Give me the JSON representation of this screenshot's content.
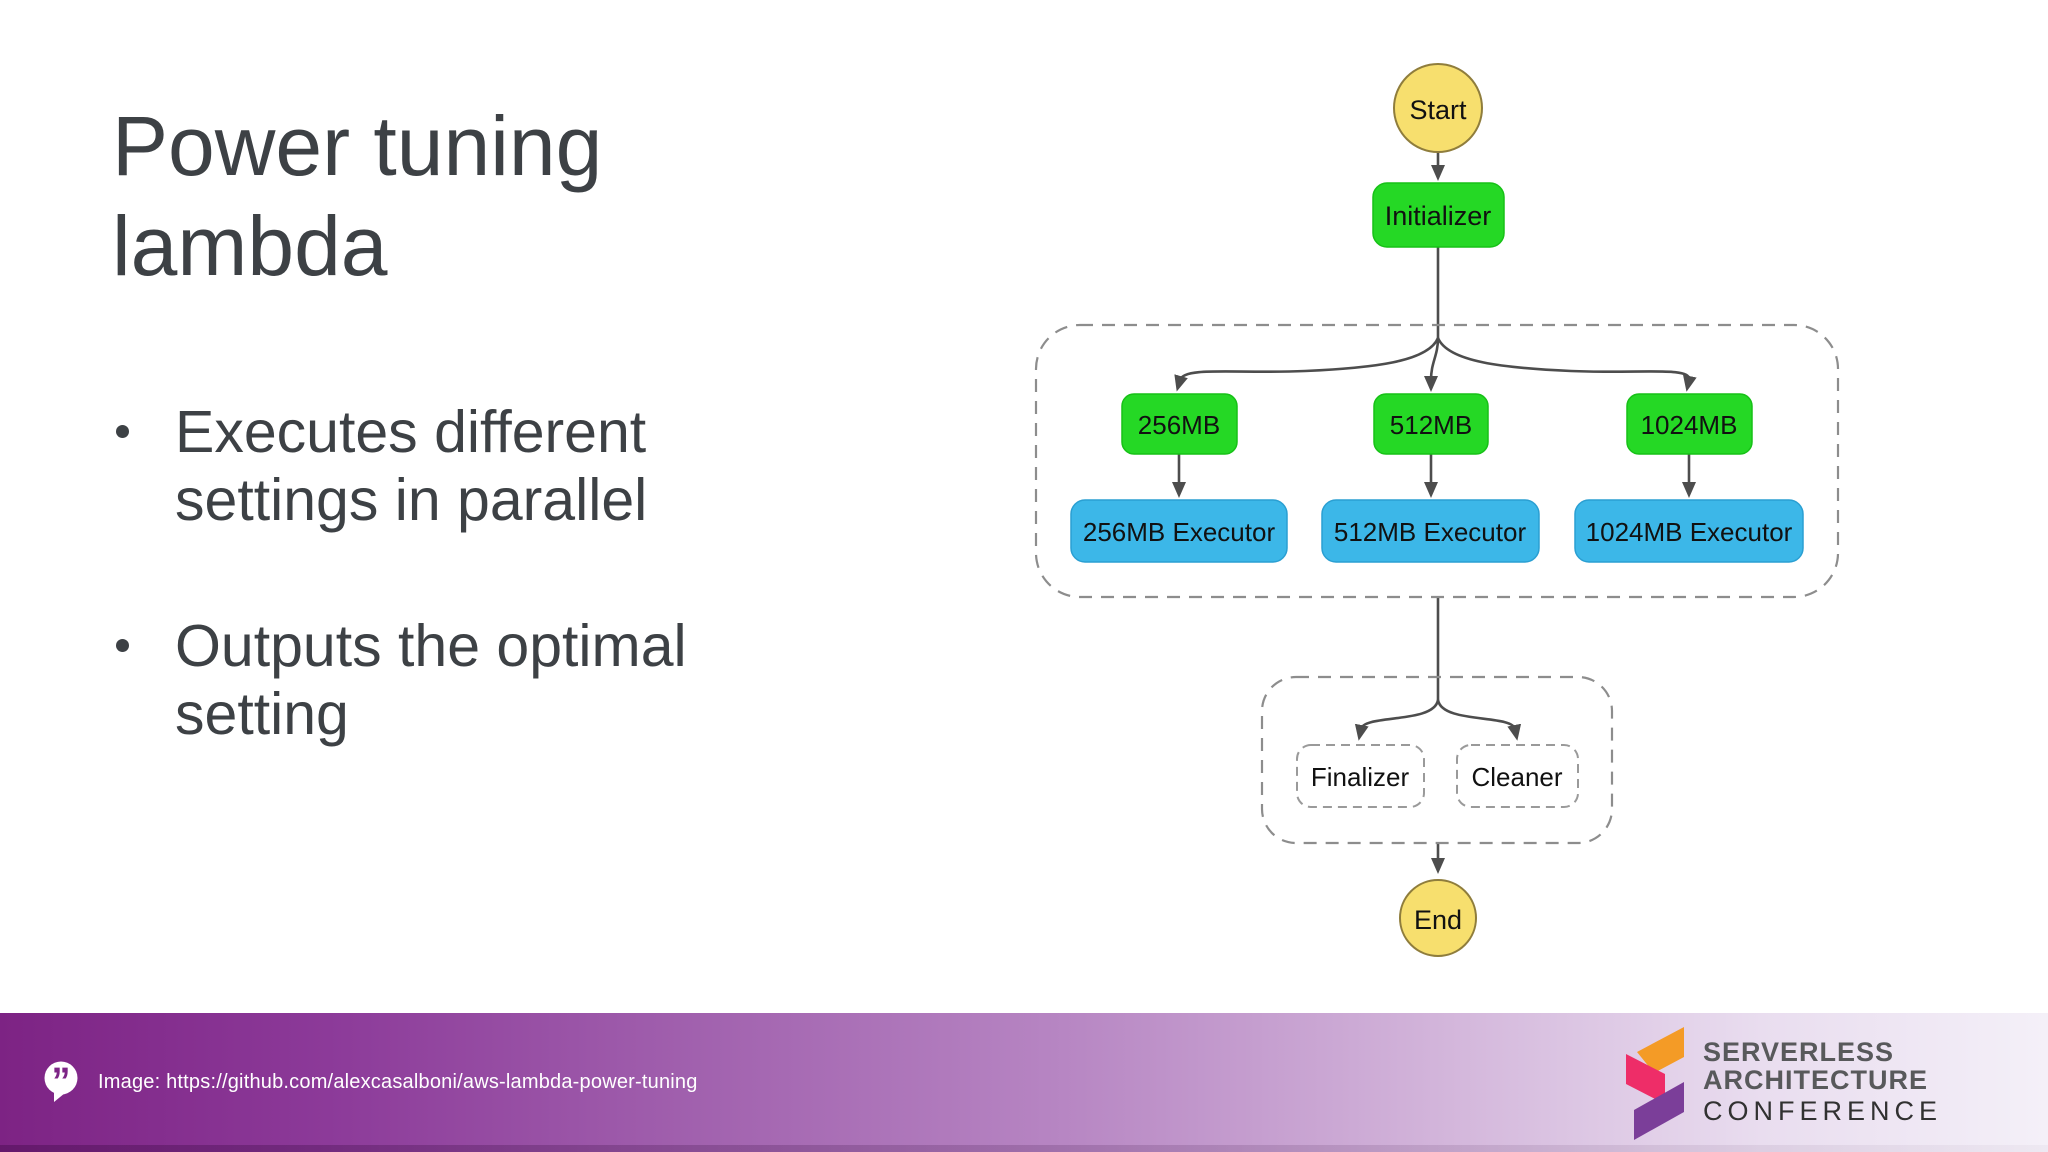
{
  "slide": {
    "title_line1": "Power tuning",
    "title_line2": "lambda",
    "bullets": [
      {
        "line1": "Executes different",
        "line2": "settings in parallel"
      },
      {
        "line1": "Outputs the optimal",
        "line2": "setting"
      }
    ],
    "text_color": "#3d4145"
  },
  "diagram": {
    "start_label": "Start",
    "initializer_label": "Initializer",
    "branches": [
      {
        "memory": "256MB",
        "executor": "256MB Executor"
      },
      {
        "memory": "512MB",
        "executor": "512MB Executor"
      },
      {
        "memory": "1024MB",
        "executor": "1024MB Executor"
      }
    ],
    "finalizer_label": "Finalizer",
    "cleaner_label": "Cleaner",
    "end_label": "End",
    "colors": {
      "terminal_fill": "#f7df6e",
      "terminal_stroke": "#8f7d3c",
      "task_green": "#25d825",
      "task_green_stroke": "#17c117",
      "task_blue": "#3cb7e8",
      "task_blue_stroke": "#2a9fd2",
      "connector": "#4d4d4d",
      "dashed_border": "#8d8d8d"
    }
  },
  "footer": {
    "credit_text": "Image: https://github.com/alexcasalboni/aws-lambda-power-tuning",
    "quote_glyph": "”",
    "logo_line1": "SERVERLESS",
    "logo_line2": "ARCHITECTURE",
    "logo_line3": "CONFERENCE",
    "colors": {
      "gradient_left": "#7d2384",
      "gradient_right": "#f4f0f8",
      "quote_mark": "#7d2586",
      "logo_orange": "#f49b26",
      "logo_pink": "#ee2d68",
      "logo_purple": "#7b3e99",
      "logo_text": "#58595b"
    }
  }
}
